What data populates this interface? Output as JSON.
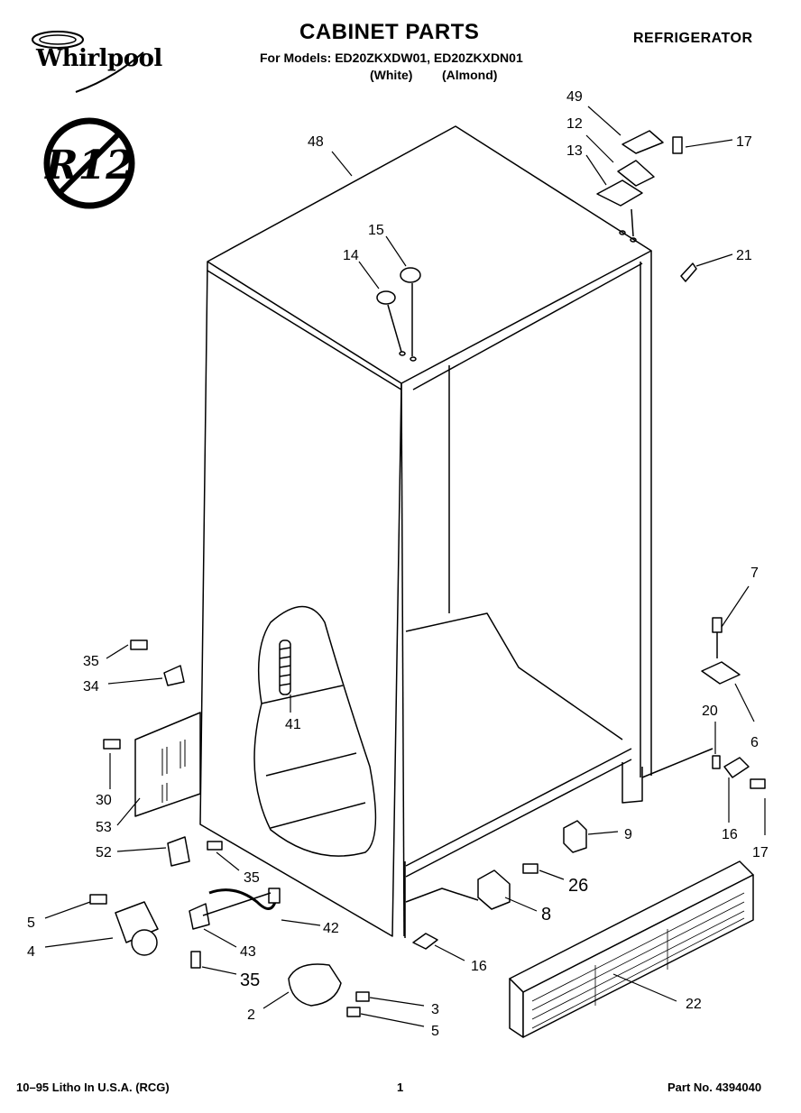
{
  "header": {
    "brand": "Whirlpool",
    "title": "CABINET PARTS",
    "models_line": "For Models: ED20ZKXDW01, ED20ZKXDN01",
    "variant_white": "(White)",
    "variant_almond": "(Almond)",
    "category": "REFRIGERATOR",
    "badge_text": "R12"
  },
  "footer": {
    "print_info": "10–95 Litho In U.S.A. (RCG)",
    "page_number": "1",
    "part_number": "Part No. 4394040"
  },
  "callouts": {
    "c48": "48",
    "c49": "49",
    "c12": "12",
    "c13": "13",
    "c17a": "17",
    "c15": "15",
    "c14": "14",
    "c21": "21",
    "c7": "7",
    "c20": "20",
    "c6": "6",
    "c35a": "35",
    "c34": "34",
    "c41": "41",
    "c30": "30",
    "c53": "53",
    "c52": "52",
    "c35b": "35",
    "c9": "9",
    "c16a": "16",
    "c17b": "17",
    "c26": "26",
    "c8": "8",
    "c5a": "5",
    "c4": "4",
    "c42": "42",
    "c43": "43",
    "c35c": "35",
    "c16b": "16",
    "c22": "22",
    "c2": "2",
    "c3": "3",
    "c5b": "5"
  }
}
